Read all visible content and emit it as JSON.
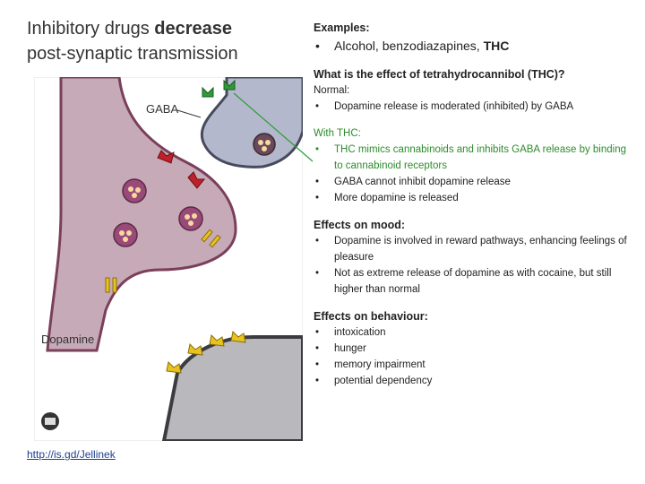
{
  "title": {
    "part1": "Inhibitory drugs ",
    "part2_bold": "decrease",
    "part3": "post-synaptic transmission"
  },
  "diagram": {
    "gaba_label": "GABA",
    "dopamine_label": "Dopamine",
    "colors": {
      "neuron_fill": "#c7aab8",
      "neuron_outline": "#7a3f5a",
      "gaba_neuron_fill": "#b4b8cc",
      "post_neuron_fill": "#b9b9bd",
      "receptor_green": "#2e9b3a",
      "receptor_red": "#c0202a",
      "receptor_yellow": "#e8c21e",
      "vesicle": "#9a4a78",
      "molecule": "#f4d9a0"
    }
  },
  "credit": "http://is.gd/Jellinek",
  "examples": {
    "heading": "Examples:",
    "line_normal": "Alcohol, benzodiazapines, ",
    "line_bold": "THC"
  },
  "question": {
    "heading": "What is the effect of tetrahydrocannibol (THC)?",
    "normal_label": "Normal:",
    "normal_items": [
      "Dopamine release is moderated (inhibited) by GABA"
    ]
  },
  "with_thc": {
    "heading": "With THC:",
    "items": [
      "THC mimics cannabinoids and inhibits GABA release by binding to cannabinoid receptors",
      "GABA cannot inhibit dopamine release",
      "More dopamine is released"
    ]
  },
  "mood": {
    "heading": "Effects on mood:",
    "items": [
      "Dopamine is involved in reward pathways, enhancing feelings of pleasure",
      "Not as extreme release of dopamine as with cocaine, but still higher than normal"
    ]
  },
  "behaviour": {
    "heading": "Effects on behaviour:",
    "items": [
      "intoxication",
      "hunger",
      "memory impairment",
      "potential dependency"
    ]
  }
}
